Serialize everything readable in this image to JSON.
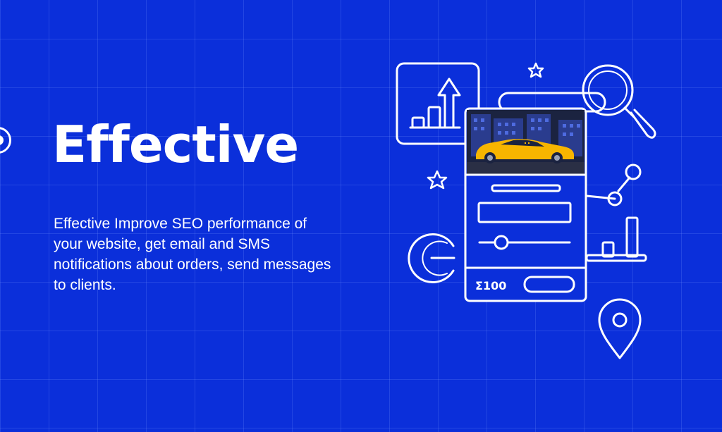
{
  "hero": {
    "title": "Effective",
    "description": "Effective Improve SEO performance of your website, get email and SMS notifications about orders, send messages to clients."
  },
  "phone_card": {
    "total_label": "Σ100"
  },
  "icons": [
    "growth-chart-icon",
    "magnifier-icon",
    "star-icon",
    "google-g-icon",
    "network-nodes-icon",
    "bar-chart-icon",
    "map-pin-icon",
    "taxi-car-icon",
    "slider-icon"
  ],
  "colors": {
    "background": "#0B2FDA",
    "line": "#FFFFFF",
    "taxi_yellow": "#F7B500",
    "city_dark": "#1B2340",
    "window_blue": "#3A56C8"
  }
}
